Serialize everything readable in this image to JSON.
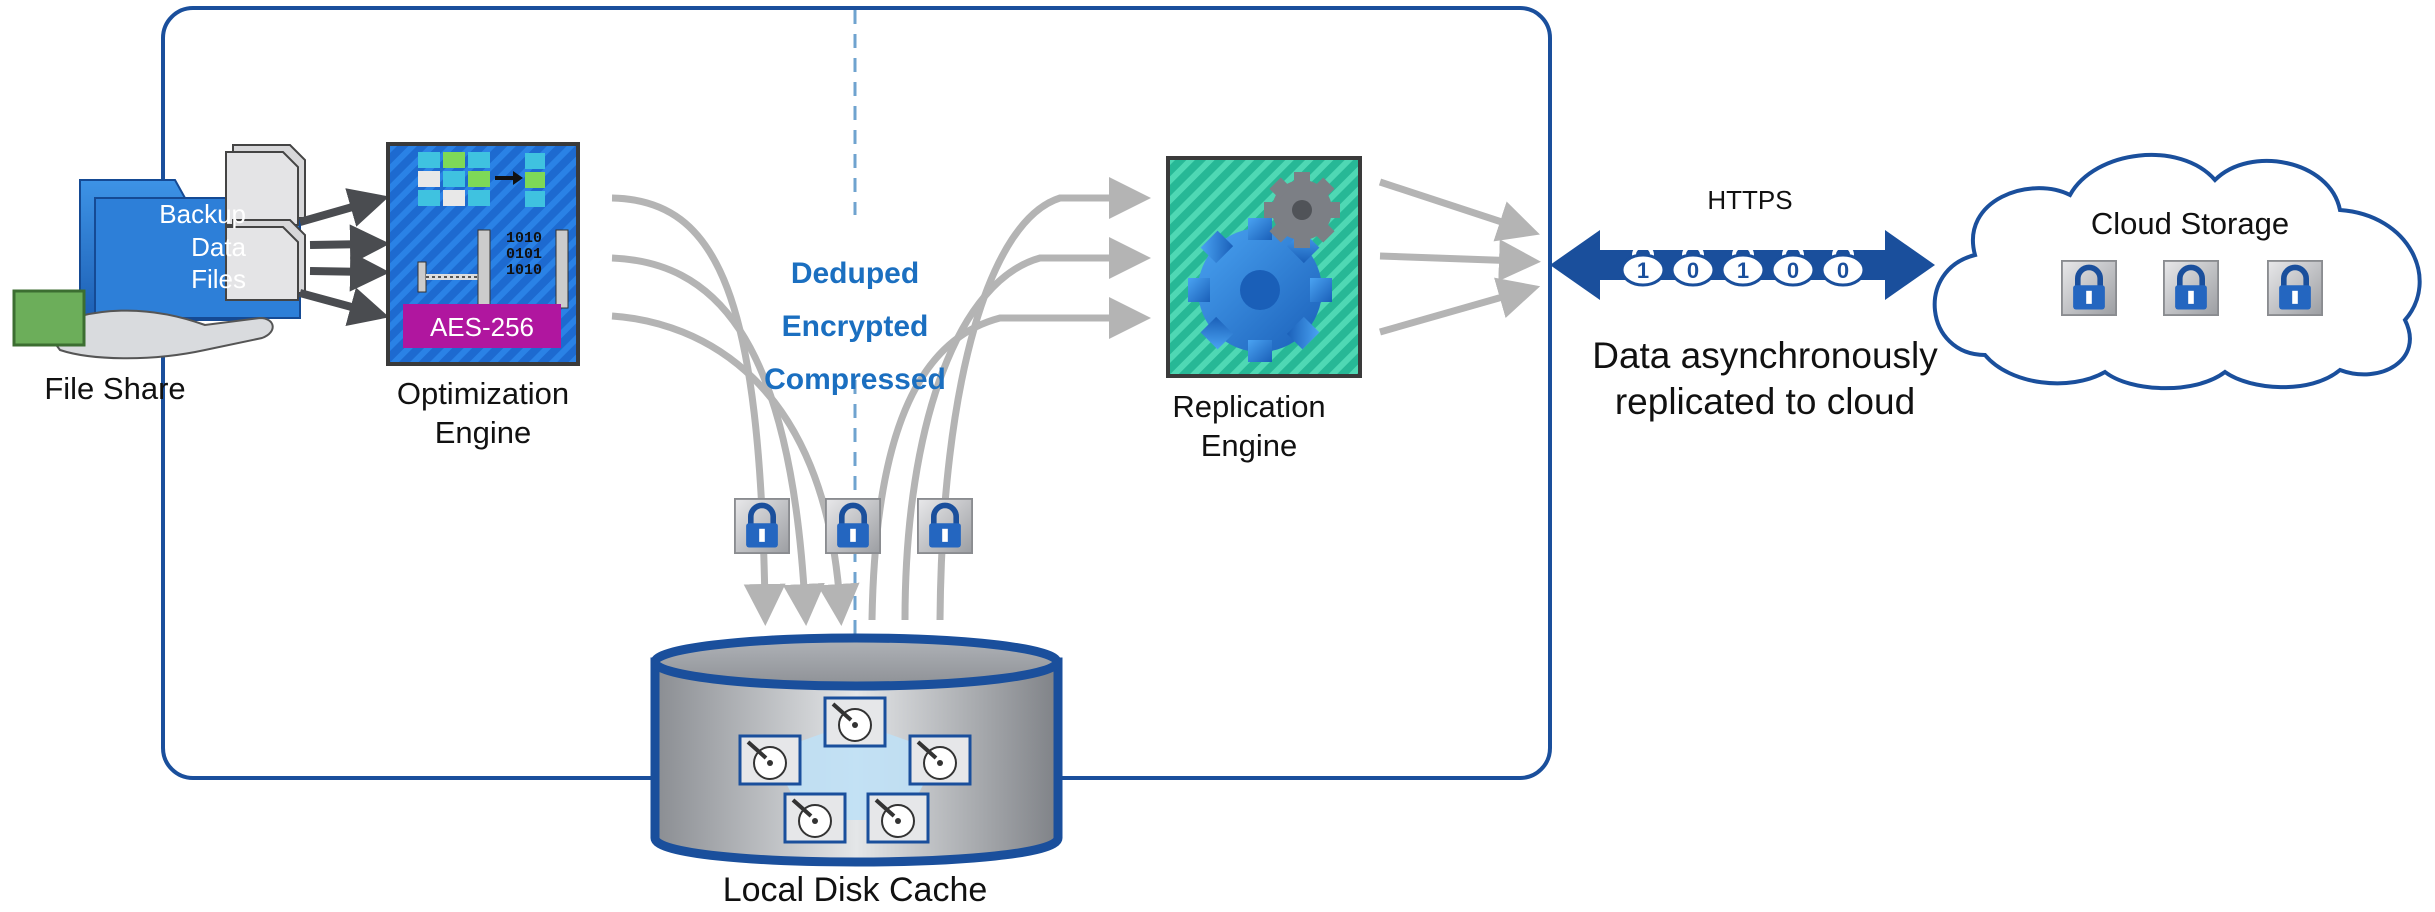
{
  "file_share": {
    "folder_label": [
      "Backup",
      "Data",
      "Files"
    ],
    "caption": "File Share"
  },
  "optimization_engine": {
    "caption": [
      "Optimization",
      "Engine"
    ],
    "badge": "AES-256",
    "binary": [
      "1010",
      "0101",
      "1010"
    ]
  },
  "processing": {
    "states": [
      "Deduped",
      "Encrypted",
      "Compressed"
    ]
  },
  "replication_engine": {
    "caption": [
      "Replication",
      "Engine"
    ]
  },
  "transport": {
    "protocol": "HTTPS",
    "description": [
      "Data asynchronously",
      "replicated to cloud"
    ],
    "lock_digits": [
      "1",
      "0",
      "1",
      "0",
      "0"
    ]
  },
  "cloud": {
    "title": "Cloud Storage"
  },
  "local_cache": {
    "caption": "Local Disk Cache"
  },
  "colors": {
    "frame": "#1a4f9c",
    "accent_blue": "#1b6fc0",
    "arrow_gray": "#b4b4b4",
    "engine_blue": "#1e6fd0",
    "engine_teal": "#2ec4a3",
    "aes_magenta": "#b0169f"
  }
}
